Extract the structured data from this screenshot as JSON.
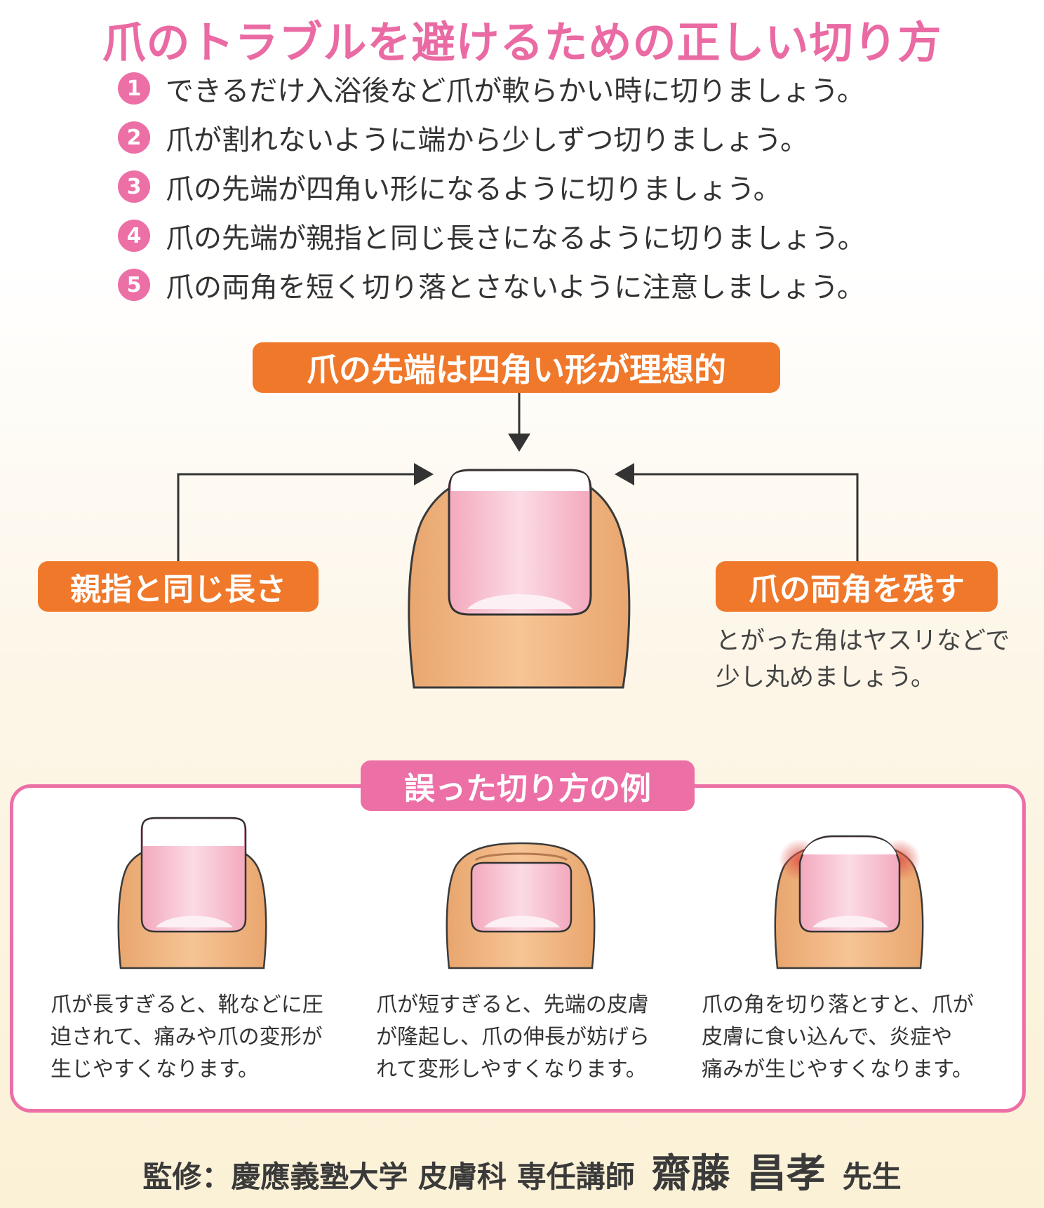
{
  "title": "爪のトラブルを避けるための正しい切り方",
  "steps": [
    {
      "num": "1",
      "text": "できるだけ入浴後など爪が軟らかい時に切りましょう。"
    },
    {
      "num": "2",
      "text": "爪が割れないように端から少しずつ切りましょう。"
    },
    {
      "num": "3",
      "text": "爪の先端が四角い形になるように切りましょう。"
    },
    {
      "num": "4",
      "text": "爪の先端が親指と同じ長さになるように切りましょう。"
    },
    {
      "num": "5",
      "text": "爪の両角を短く切り落とさないように注意しましょう。"
    }
  ],
  "diagram": {
    "ideal_label": "爪の先端は四角い形が理想的",
    "thumb_label": "親指と同じ長さ",
    "corner_label": "爪の両角を残す",
    "corner_note_line1": "とがった角はヤスリなどで",
    "corner_note_line2": "少し丸めましょう。"
  },
  "wrong": {
    "label": "誤った切り方の例",
    "items": [
      {
        "line1": "爪が長すぎると、靴などに圧",
        "line2": "迫されて、痛みや爪の変形が",
        "line3": "生じやすくなります。"
      },
      {
        "line1": "爪が短すぎると、先端の皮膚",
        "line2": "が隆起し、爪の伸長が妨げら",
        "line3": "れて変形しやすくなります。"
      },
      {
        "line1": "爪の角を切り落とすと、爪が",
        "line2": "皮膚に食い込んで、炎症や",
        "line3": "痛みが生じやすくなります。"
      }
    ]
  },
  "footer": {
    "prefix": "監修：慶應義塾大学 皮膚科 専任講師",
    "name1": "齋藤",
    "name2": "昌孝",
    "suffix": "先生"
  },
  "colors": {
    "pink": "#ec6fa6",
    "orange": "#f0782a",
    "skin": "#f2b886",
    "nail": "#f8c6d4"
  }
}
